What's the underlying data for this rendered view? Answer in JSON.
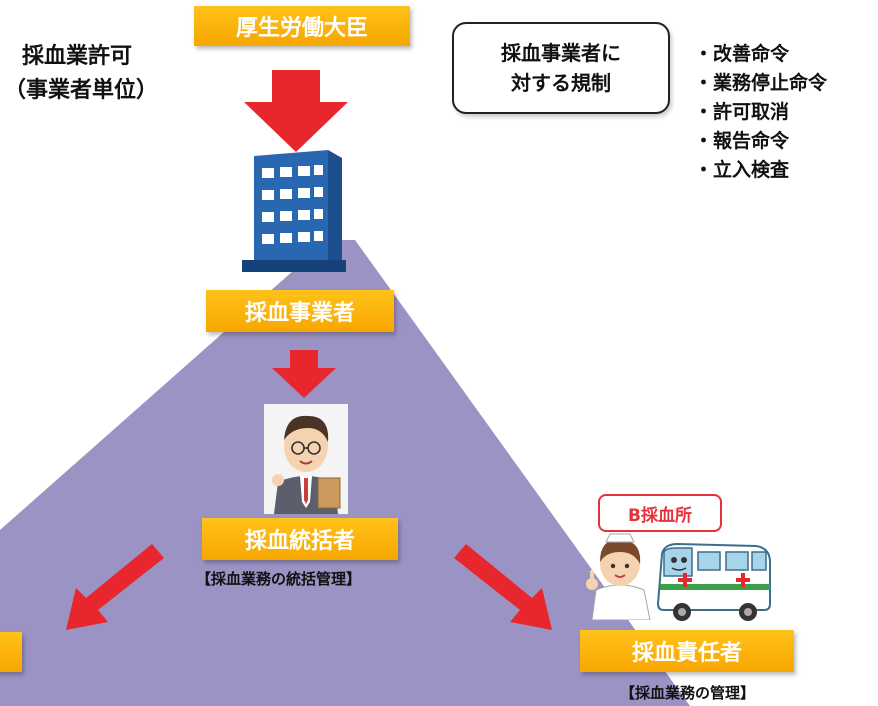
{
  "colors": {
    "triangle": "#9b93c4",
    "orange_label": "#f7a600",
    "arrow": "#e8262d",
    "site_border": "#e5323a"
  },
  "top_left": {
    "line1": "採血業許可",
    "line2": "（事業者単位）"
  },
  "minister_label": "厚生労働大臣",
  "regulation": {
    "box_line1": "採血事業者に",
    "box_line2": "対する規制",
    "items": [
      "・改善命令",
      "・業務停止命令",
      "・許可取消",
      "・報告命令",
      "・立入検査"
    ]
  },
  "operator_label": "採血事業者",
  "supervisor_label": "採血統括者",
  "supervisor_caption": "【採血業務の統括管理】",
  "site_b_label": "B採血所",
  "manager_label": "採血責任者",
  "manager_caption": "【採血業務の管理】",
  "icons": {
    "building": "office-building-icon",
    "supervisor": "businessman-icon",
    "nurse": "nurse-icon",
    "ambulance": "blood-donation-bus-icon"
  }
}
